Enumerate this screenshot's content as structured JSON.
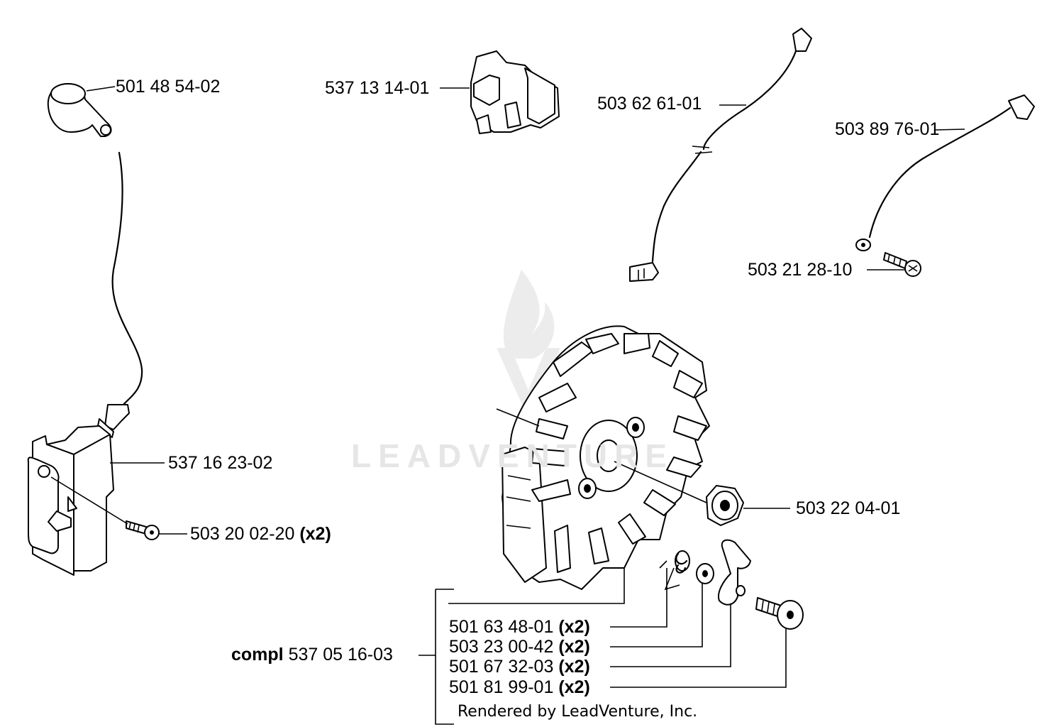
{
  "parts": [
    {
      "id": "p1",
      "number": "501 48 54-02",
      "qty": ""
    },
    {
      "id": "p2",
      "number": "537 13 14-01",
      "qty": ""
    },
    {
      "id": "p3",
      "number": "503 62 61-01",
      "qty": ""
    },
    {
      "id": "p4",
      "number": "503 89 76-01",
      "qty": ""
    },
    {
      "id": "p5",
      "number": "503 21 28-10",
      "qty": ""
    },
    {
      "id": "p6",
      "number": "537 16 23-02",
      "qty": ""
    },
    {
      "id": "p7",
      "number": "503 20 02-20",
      "qty": "(x2)"
    },
    {
      "id": "p8",
      "number": "503 22 04-01",
      "qty": ""
    },
    {
      "id": "p9",
      "number": "501 63 48-01",
      "qty": "(x2)"
    },
    {
      "id": "p10",
      "number": "503 23 00-42",
      "qty": "(x2)"
    },
    {
      "id": "p11",
      "number": "501 67 32-03",
      "qty": "(x2)"
    },
    {
      "id": "p12",
      "number": "501 81 99-01",
      "qty": "(x2)"
    }
  ],
  "assembly": {
    "prefix": "compl",
    "number": "537 05 16-03"
  },
  "watermark": "LEADVENTURE",
  "footer": "Rendered by LeadVenture, Inc.",
  "colors": {
    "line": "#000000",
    "background": "#ffffff",
    "watermark": "#e6e6e6"
  }
}
